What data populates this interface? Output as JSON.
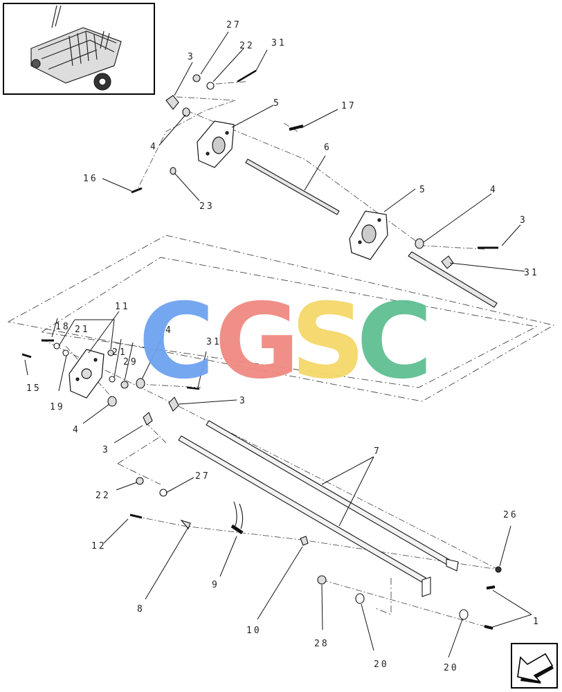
{
  "watermark": {
    "letters": [
      "C",
      "G",
      "S",
      "C"
    ],
    "colors": [
      "#6ea3f0",
      "#f08a82",
      "#f5d76a",
      "#5fbf93"
    ]
  },
  "diagram": {
    "thumbnail_icon": "baler-machine-thumbnail",
    "nav_icon": "back-arrow-icon"
  },
  "callouts": [
    {
      "id": "c27a",
      "text": "27"
    },
    {
      "id": "c22a",
      "text": "22"
    },
    {
      "id": "c31a",
      "text": "31"
    },
    {
      "id": "c3a",
      "text": "3"
    },
    {
      "id": "c5a",
      "text": "5"
    },
    {
      "id": "c17",
      "text": "17"
    },
    {
      "id": "c4a",
      "text": "4"
    },
    {
      "id": "c6",
      "text": "6"
    },
    {
      "id": "c16",
      "text": "16"
    },
    {
      "id": "c23",
      "text": "23"
    },
    {
      "id": "c5b",
      "text": "5"
    },
    {
      "id": "c4b",
      "text": "4"
    },
    {
      "id": "c3b",
      "text": "3"
    },
    {
      "id": "c31b",
      "text": "31"
    },
    {
      "id": "c11",
      "text": "11"
    },
    {
      "id": "c18",
      "text": "18"
    },
    {
      "id": "c21a",
      "text": "21"
    },
    {
      "id": "c21b",
      "text": "21"
    },
    {
      "id": "c29",
      "text": "29"
    },
    {
      "id": "c4c",
      "text": "4"
    },
    {
      "id": "c31c",
      "text": "31"
    },
    {
      "id": "c15",
      "text": "15"
    },
    {
      "id": "c19",
      "text": "19"
    },
    {
      "id": "c3c",
      "text": "3"
    },
    {
      "id": "c4d",
      "text": "4"
    },
    {
      "id": "c3d",
      "text": "3"
    },
    {
      "id": "c7",
      "text": "7"
    },
    {
      "id": "c22b",
      "text": "22"
    },
    {
      "id": "c27b",
      "text": "27"
    },
    {
      "id": "c26",
      "text": "26"
    },
    {
      "id": "c12",
      "text": "12"
    },
    {
      "id": "c9",
      "text": "9"
    },
    {
      "id": "c8",
      "text": "8"
    },
    {
      "id": "c10",
      "text": "10"
    },
    {
      "id": "c28",
      "text": "28"
    },
    {
      "id": "c20a",
      "text": "20"
    },
    {
      "id": "c20b",
      "text": "20"
    },
    {
      "id": "c1",
      "text": "1"
    }
  ]
}
